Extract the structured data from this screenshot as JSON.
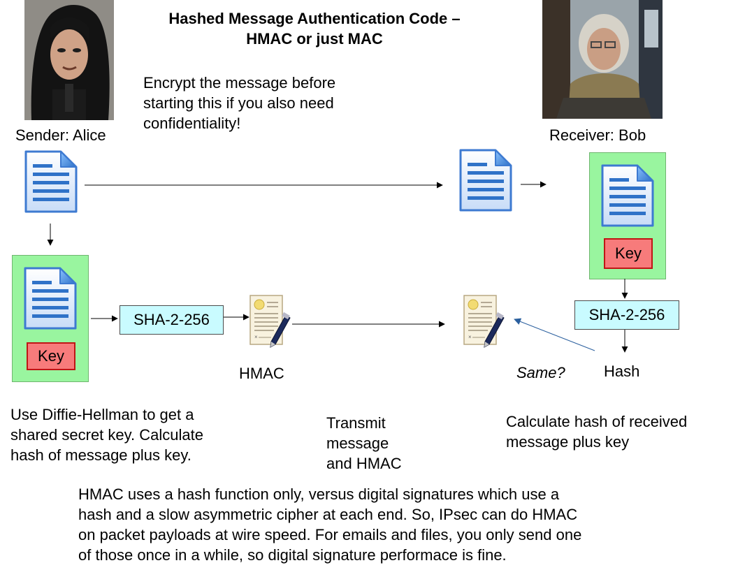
{
  "title_line1": "Hashed Message Authentication Code –",
  "title_line2": "HMAC or just MAC",
  "encrypt_note": [
    "Encrypt the message before",
    "starting this if you also need",
    "confidentiality!"
  ],
  "sender_label": "Sender:  Alice",
  "receiver_label": "Receiver:  Bob",
  "key_label": "Key",
  "sha_label": "SHA-2-256",
  "hmac_label": "HMAC",
  "hash_label": "Hash",
  "same_label": "Same?",
  "sender_note": [
    "Use Diffie-Hellman to get  a",
    "shared secret key.  Calculate",
    "hash of message plus key."
  ],
  "transmit_note": [
    "Transmit",
    "message",
    "and HMAC"
  ],
  "receiver_note": [
    "Calculate hash of received",
    "message plus key"
  ],
  "bottom_note": [
    "HMAC uses a hash function only, versus digital signatures which use a",
    "hash and a slow asymmetric cipher at each end.  So, IPsec can do HMAC",
    "on packet payloads at wire speed. For emails and files, you only send one",
    "of those once in a while, so digital signature performace is fine."
  ],
  "icons": [
    "photo-alice",
    "photo-bob",
    "document-icon",
    "certificate-pen-icon"
  ],
  "colors": {
    "green_box": "#99f59f",
    "key_box": "#f77b7b",
    "key_border": "#c01515",
    "sha_box": "#c9fbff",
    "doc_blue": "#2f72c8",
    "curved_arrow": "#2a5f9e"
  }
}
